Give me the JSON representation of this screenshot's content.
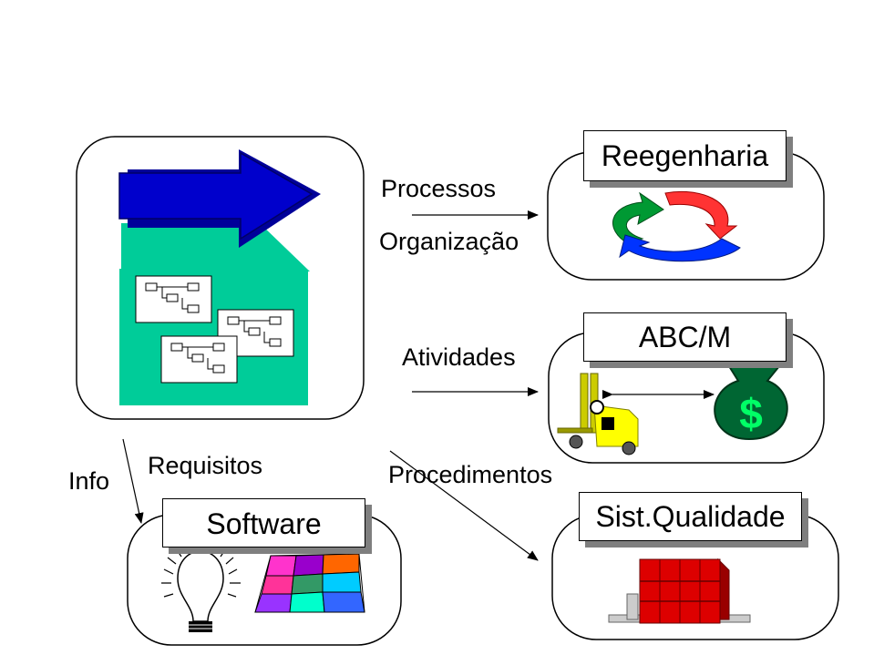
{
  "labels": {
    "processos": "Processos",
    "organizacao": "Organização",
    "atividades": "Atividades",
    "requisitos": "Requisitos",
    "info": "Info",
    "procedimentos": "Procedimentos"
  },
  "boxes": {
    "reengenharia": "Reegenharia",
    "abcm": "ABC/M",
    "software": "Software",
    "qualidade": "Sist.Qualidade"
  },
  "colors": {
    "arrow_blue": "#0000cc",
    "house_green": "#00cc99",
    "cycle_green": "#009933",
    "cycle_red": "#ff3333",
    "cycle_blue": "#0033ff",
    "money_green": "#006633",
    "forklift_yellow": "#ffff00",
    "binder_red": "#cc0000",
    "shadow_gray": "#7f7f7f"
  },
  "icons": [
    "big-right-arrow-icon",
    "org-chart-icon",
    "cycle-arrows-icon",
    "forklift-icon",
    "money-bag-icon",
    "lightbulb-icon",
    "puzzle-icon",
    "binders-icon"
  ]
}
